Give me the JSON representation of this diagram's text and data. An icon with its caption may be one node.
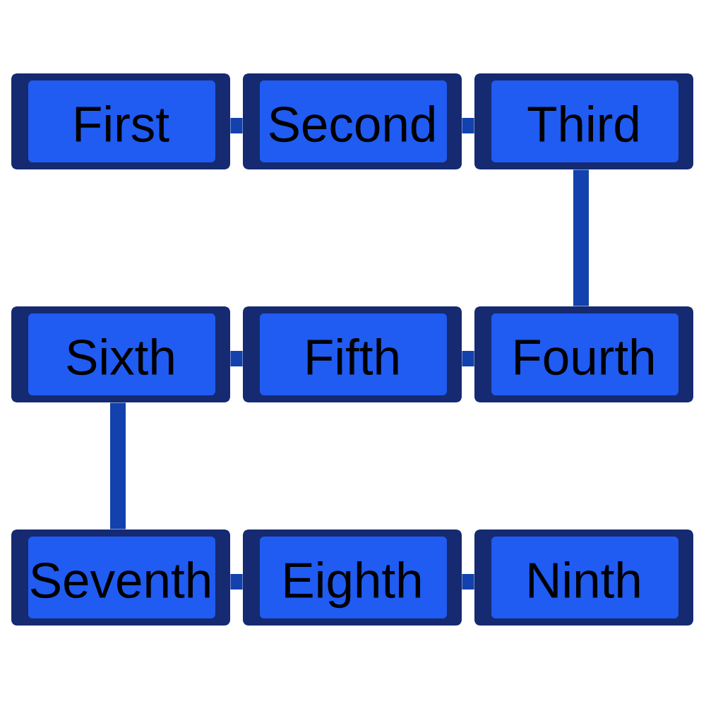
{
  "diagram": {
    "nodes": [
      {
        "text": [
          "First"
        ]
      },
      {
        "text": [
          "Second"
        ]
      },
      {
        "text": [
          "Third"
        ]
      },
      {
        "text": [
          "Fourth"
        ]
      },
      {
        "text": [
          "Fifth"
        ]
      },
      {
        "text": [
          "Sixth"
        ]
      },
      {
        "text": [
          "Seventh"
        ]
      },
      {
        "text": [
          "Eighth"
        ]
      },
      {
        "text": [
          "Ninth"
        ]
      }
    ],
    "edges": [
      {
        "from": 0,
        "to": 1,
        "arrow": "none"
      },
      {
        "from": 1,
        "to": 2,
        "arrow": "none"
      },
      {
        "from": 2,
        "to": 3,
        "arrow": "none"
      },
      {
        "from": 3,
        "to": 4,
        "arrow": "none"
      },
      {
        "from": 4,
        "to": 5,
        "arrow": "none"
      },
      {
        "from": 5,
        "to": 6,
        "arrow": "none"
      },
      {
        "from": 6,
        "to": 7,
        "arrow": "none"
      },
      {
        "from": 7,
        "to": 8,
        "arrow": "none"
      }
    ]
  }
}
